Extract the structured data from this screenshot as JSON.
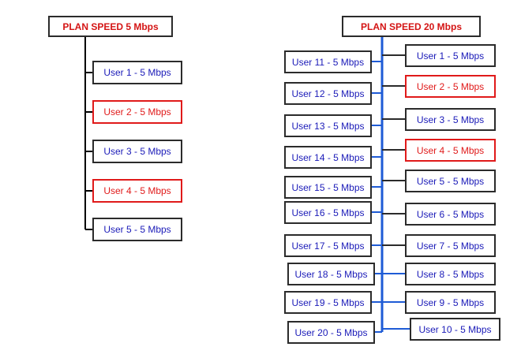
{
  "colors": {
    "user_text": "#1a1ab8",
    "highlight": "#e01a1a",
    "plan_title": "#d41414",
    "border": "#2b2b2b",
    "line_black": "#000000",
    "line_blue": "#1e5bd6"
  },
  "left_tree": {
    "title": "PLAN SPEED 5 Mbps",
    "users": [
      {
        "label": "User 1 - 5 Mbps",
        "highlight": false
      },
      {
        "label": "User 2 - 5 Mbps",
        "highlight": true
      },
      {
        "label": "User 3 - 5 Mbps",
        "highlight": false
      },
      {
        "label": "User 4 - 5 Mbps",
        "highlight": true
      },
      {
        "label": "User 5 - 5 Mbps",
        "highlight": false
      }
    ]
  },
  "right_tree": {
    "title": "PLAN SPEED 20 Mbps",
    "right_users": [
      {
        "label": "User 1 - 5 Mbps",
        "highlight": false
      },
      {
        "label": "User 2 - 5 Mbps",
        "highlight": true
      },
      {
        "label": "User 3 - 5 Mbps",
        "highlight": false
      },
      {
        "label": "User 4 - 5 Mbps",
        "highlight": true
      },
      {
        "label": "User 5 - 5 Mbps",
        "highlight": false
      },
      {
        "label": "User 6 - 5 Mbps",
        "highlight": false
      },
      {
        "label": "User 7 - 5 Mbps",
        "highlight": false
      },
      {
        "label": "User 8 - 5 Mbps",
        "highlight": false
      },
      {
        "label": "User 9 - 5 Mbps",
        "highlight": false
      },
      {
        "label": "User 10 - 5 Mbps",
        "highlight": false
      }
    ],
    "left_users": [
      {
        "label": "User 11 - 5 Mbps",
        "highlight": false
      },
      {
        "label": "User 12 - 5 Mbps",
        "highlight": false
      },
      {
        "label": "User 13 - 5 Mbps",
        "highlight": false
      },
      {
        "label": "User 14 - 5 Mbps",
        "highlight": false
      },
      {
        "label": "User 15 - 5 Mbps",
        "highlight": false
      },
      {
        "label": "User 16 - 5 Mbps",
        "highlight": false
      },
      {
        "label": "User 17 - 5 Mbps",
        "highlight": false
      },
      {
        "label": "User 18 - 5 Mbps",
        "highlight": false
      },
      {
        "label": "User 19 - 5 Mbps",
        "highlight": false
      },
      {
        "label": "User 20 - 5 Mbps",
        "highlight": false
      }
    ]
  }
}
